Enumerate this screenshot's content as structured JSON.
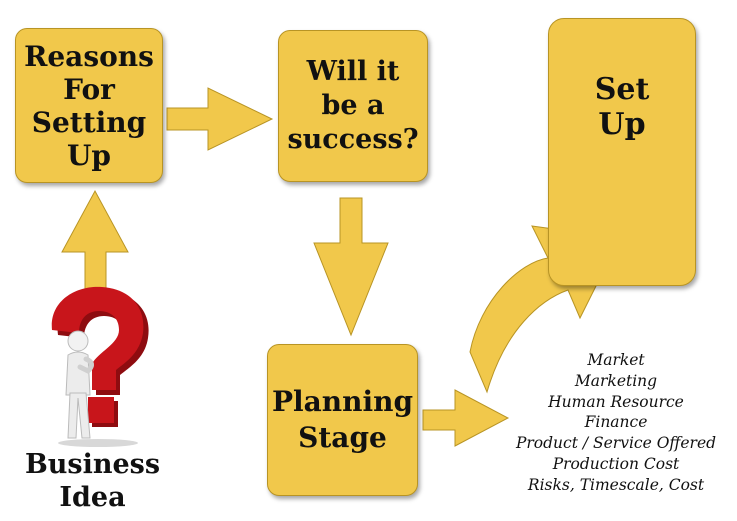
{
  "diagram": {
    "boxes": {
      "reasons": "Reasons\nFor\nSetting\nUp",
      "success": "Will it\nbe a\nsuccess?",
      "setup": "Set\nUp",
      "planning": "Planning\nStage"
    },
    "start_label": "Business\nIdea",
    "planning_factors": [
      "Market",
      "Marketing",
      "Human Resource",
      "Finance",
      "Product / Service Offered",
      "Production Cost",
      "Risks, Timescale, Cost"
    ],
    "colors": {
      "box_fill": "#f1c84b",
      "question_mark": "#c8151b",
      "figure": "#e8e8e8"
    },
    "icons": [
      "question-mark-figure-icon"
    ]
  }
}
